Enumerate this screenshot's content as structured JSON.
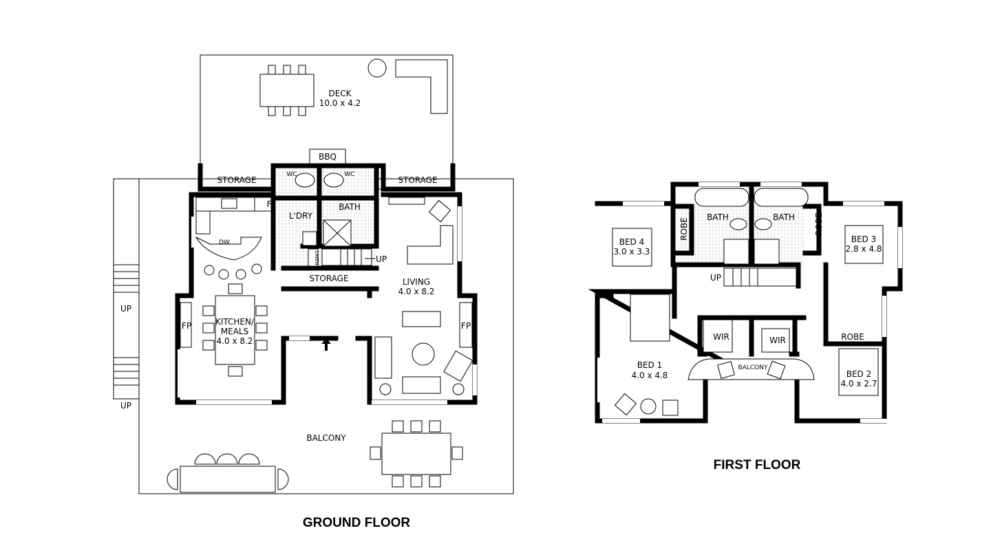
{
  "ground_floor": {
    "title": "GROUND FLOOR",
    "rooms": {
      "deck": {
        "name": "DECK",
        "size": "10.0 x 4.2"
      },
      "bbq": "BBQ",
      "wc_left": "WC",
      "wc_right": "WC",
      "storage_left": "STORAGE",
      "storage_right": "STORAGE",
      "fridge": "F",
      "laundry": "L'DRY",
      "bath": "BATH",
      "dishwasher": "DW",
      "linen": "LINEN",
      "stair_up": "UP",
      "storage_hall": "STORAGE",
      "living": {
        "name": "LIVING",
        "size": "4.0 x 8.2"
      },
      "kitchen": {
        "name_line1": "KITCHEN/",
        "name_line2": "MEALS",
        "size": "4.0 x 8.2"
      },
      "fireplace_left": "FP",
      "fireplace_right": "FP",
      "ext_stair_up_1": "UP",
      "ext_stair_up_2": "UP",
      "balcony": "BALCONY"
    }
  },
  "first_floor": {
    "title": "FIRST FLOOR",
    "rooms": {
      "bed4": {
        "name": "BED 4",
        "size": "3.0 x 3.3"
      },
      "robe_left": "ROBE",
      "bath_left": "BATH",
      "bath_right": "BATH",
      "robe_right": "ROBE",
      "bed3": {
        "name": "BED 3",
        "size": "2.8 x 4.8"
      },
      "stair_up": "UP",
      "bed1": {
        "name": "BED 1",
        "size": "4.0 x 4.8"
      },
      "wir_left": "WIR",
      "wir_right": "WIR",
      "balcony": "BALCONY",
      "robe_bed2": "ROBE",
      "bed2": {
        "name": "BED 2",
        "size": "4.0 x 2.7"
      }
    }
  },
  "colors": {
    "wall": "#000000",
    "background": "#ffffff",
    "tile": "#cccccc"
  }
}
